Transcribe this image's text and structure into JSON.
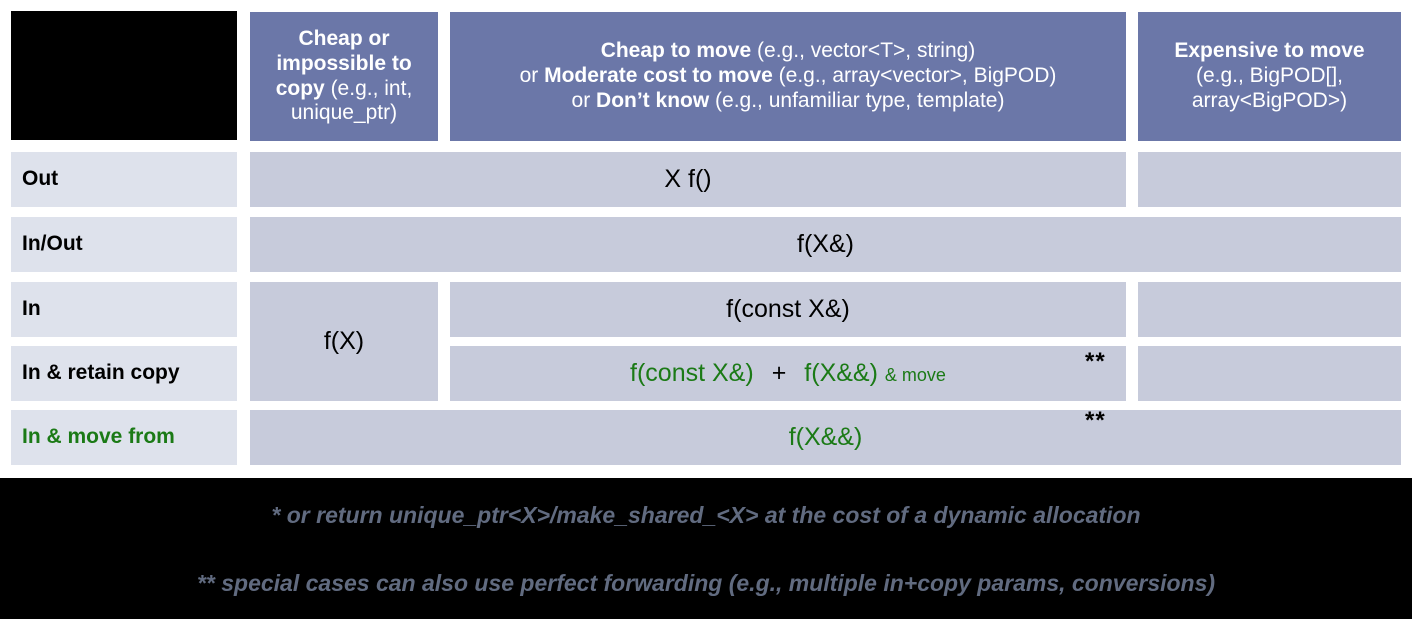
{
  "title": "C++ parameter passing / return guidelines table",
  "colors": {
    "header_fill": "#6B77A8",
    "header_text": "#FFFFFF",
    "row_label_fill": "#DEE2EC",
    "body_fill": "#C7CBDB",
    "accent_green": "#1B7A16",
    "page_bg": "#FFFFFF",
    "band_bg": "#000000",
    "footnote_text": "#616B80"
  },
  "header": {
    "corner_cell": "",
    "columns": [
      {
        "id": "cheap-or-impossible-to-copy",
        "lines": [
          {
            "bold": "Cheap or",
            "rest": ""
          },
          {
            "bold": "impossible to",
            "rest": ""
          },
          {
            "bold": "copy",
            "rest": " (e.g., int,"
          },
          {
            "bold": "",
            "rest": "unique_ptr)"
          }
        ]
      },
      {
        "id": "cheap-to-move",
        "lines": [
          {
            "bold": "Cheap to move",
            "rest": " (e.g., vector<T>, string)"
          },
          {
            "pre": "or ",
            "bold": "Moderate cost to move",
            "rest": " (e.g., array<vector>, BigPOD)"
          },
          {
            "pre": "or ",
            "bold": "Don’t know",
            "rest": " (e.g., unfamiliar type, template)"
          }
        ]
      },
      {
        "id": "expensive-to-move",
        "lines": [
          {
            "bold": "Expensive to move",
            "rest": ""
          },
          {
            "bold": "",
            "rest": "(e.g., BigPOD[],"
          },
          {
            "bold": "",
            "rest": "array<BigPOD>)"
          }
        ]
      }
    ]
  },
  "rows": [
    {
      "id": "out",
      "label": "Out",
      "green": false
    },
    {
      "id": "in-out",
      "label": "In/Out",
      "green": false
    },
    {
      "id": "in",
      "label": "In",
      "green": false
    },
    {
      "id": "in-retain-copy",
      "label": "In & retain copy",
      "green": false
    },
    {
      "id": "in-move-from",
      "label": "In & move from",
      "green": true
    }
  ],
  "cells": {
    "out_span23": "X f()",
    "inout_span234": "f(X&)",
    "in_col1": "f(X)",
    "in_col23": "f(const X&)",
    "retain_const_ref": "f(const X&)",
    "retain_plus": "+",
    "retain_rvalue": "f(X&&)",
    "retain_and_move": "& move",
    "movefrom_span": "f(X&&)",
    "marker": "**"
  },
  "footnotes": [
    "* or return unique_ptr<X>/make_shared_<X> at the cost of a dynamic allocation",
    "** special cases can also use perfect forwarding (e.g., multiple in+copy params, conversions)"
  ]
}
